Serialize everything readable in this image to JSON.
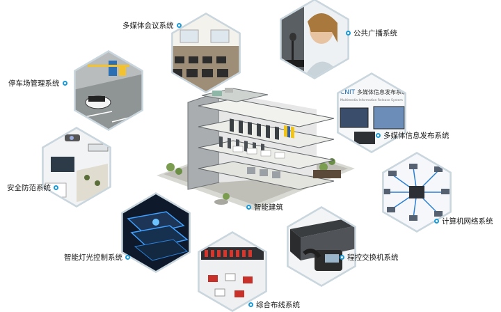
{
  "center": {
    "label": "智能建筑"
  },
  "nodes": [
    {
      "id": "conference",
      "label": "多媒体会议系统",
      "icon": "conference-room-image"
    },
    {
      "id": "pa",
      "label": "公共广播系统",
      "icon": "microphone-speaker-image"
    },
    {
      "id": "parking",
      "label": "停车场管理系统",
      "icon": "parking-gate-image"
    },
    {
      "id": "info",
      "label": "多媒体信息发布系统",
      "icon": "info-display-image"
    },
    {
      "id": "security",
      "label": "安全防范系统",
      "icon": "cctv-camera-image"
    },
    {
      "id": "network",
      "label": "计算机网络系统",
      "icon": "network-topology-image"
    },
    {
      "id": "lighting",
      "label": "智能灯光控制系统",
      "icon": "lighting-control-image"
    },
    {
      "id": "pbx",
      "label": "程控交换机系统",
      "icon": "phone-switch-image"
    },
    {
      "id": "cabling",
      "label": "综合布线系统",
      "icon": "patch-panel-image"
    }
  ],
  "screens": {
    "info_brand": "CNIT",
    "info_title": "多媒体信息发布系统",
    "info_subtitle": "Multimedia Information Release System"
  },
  "colors": {
    "accent": "#1b9ad6",
    "hex_border": "#c9d6dd"
  }
}
